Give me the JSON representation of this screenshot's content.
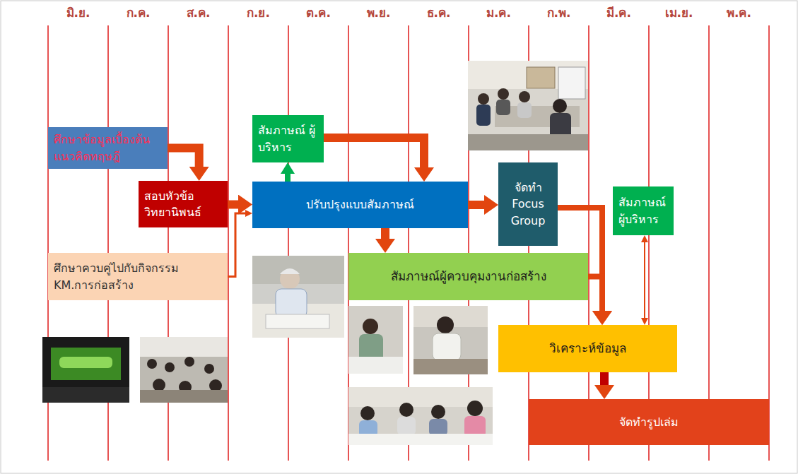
{
  "diagram": {
    "nodes": [
      {
        "text": [
          "ศึกษาข้อมูลเบื้องต้น แนวคิดทฤษฎี"
        ]
      },
      {
        "text": [
          "สอบหัวข้อ วิทยานิพนธ์"
        ]
      },
      {
        "text": [
          "ศึกษาควบคู่ไปกับกิจกรรม KM.การก่อสร้าง"
        ]
      },
      {
        "text": [
          "สัมภาษณ์ ผู้บริหาร"
        ]
      },
      {
        "text": [
          "ปรับปรุงแบบสัมภาษณ์"
        ]
      },
      {
        "text": [
          "จัดทำ Focus Group"
        ]
      },
      {
        "text": [
          "สัมภาษณ์ผู้ควบคุมงานก่อสร้าง"
        ]
      },
      {
        "text": [
          "สัมภาษณ์ ผู้บริหาร"
        ]
      },
      {
        "text": [
          "วิเคราะห์ข้อมูล"
        ]
      },
      {
        "text": [
          "จัดทำรูปเล่ม"
        ]
      }
    ],
    "edges": [
      {
        "from": 0,
        "to": 1,
        "arrow": "to"
      },
      {
        "from": 1,
        "to": 4,
        "arrow": "to"
      },
      {
        "from": 2,
        "to": 4,
        "arrow": "to"
      },
      {
        "from": 4,
        "to": 3,
        "arrow": "to"
      },
      {
        "from": 3,
        "to": 4,
        "arrow": "to"
      },
      {
        "from": 4,
        "to": 6,
        "arrow": "to"
      },
      {
        "from": 4,
        "to": 5,
        "arrow": "to"
      },
      {
        "from": 5,
        "to": 8,
        "arrow": "to"
      },
      {
        "from": 6,
        "to": 8,
        "arrow": "to"
      },
      {
        "from": 7,
        "to": 8,
        "arrow": "both"
      },
      {
        "from": 8,
        "to": 9,
        "arrow": "to"
      }
    ],
    "labels": [
      "มิ.ย.",
      "ก.ค.",
      "ส.ค.",
      "ก.ย.",
      "ต.ค.",
      "พ.ย.",
      "ธ.ค.",
      "ม.ค.",
      "ก.พ.",
      "มี.ค.",
      "เม.ย.",
      "พ.ค."
    ]
  }
}
